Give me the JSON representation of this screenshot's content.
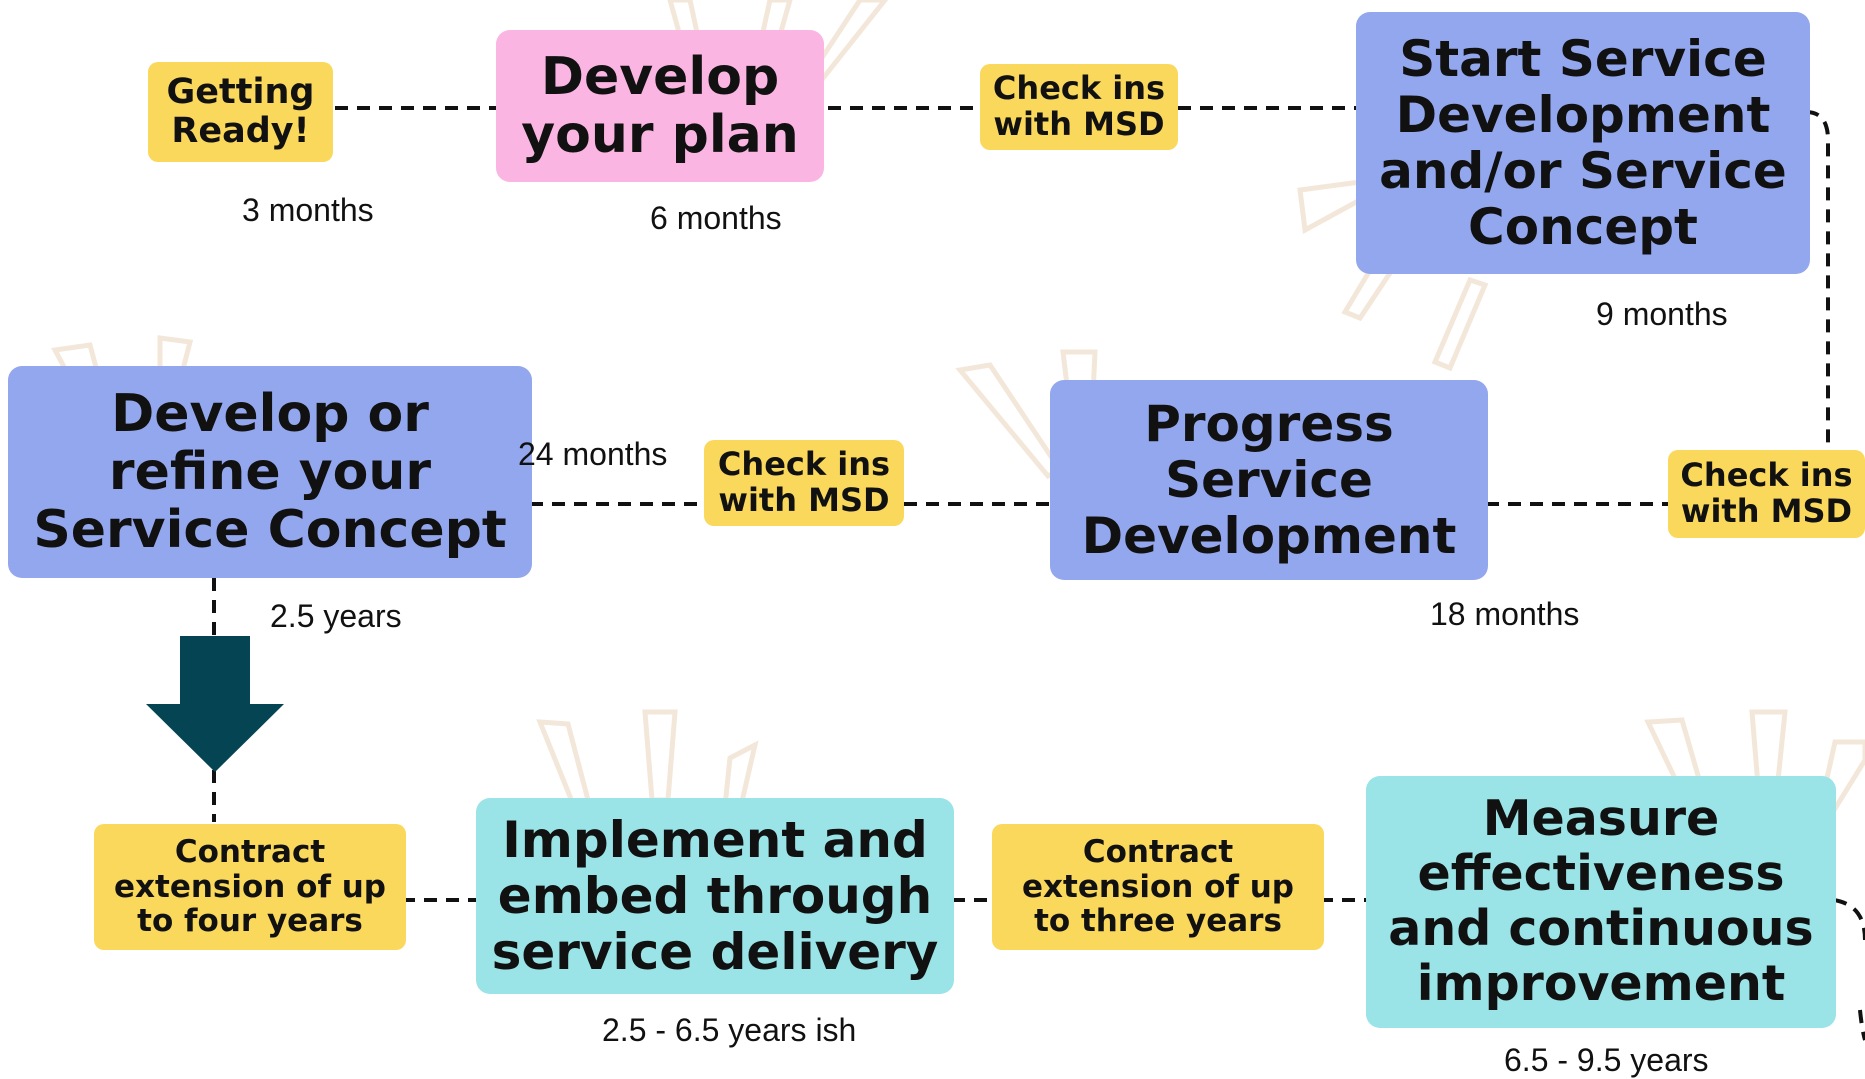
{
  "stages": {
    "getting_ready": "Getting Ready!",
    "develop_plan": "Develop your plan",
    "start_service_dev": "Start Service Development and/or Service Concept",
    "develop_refine": "Develop or refine your Service Concept",
    "progress_service": "Progress Service Development",
    "implement_embed": "Implement and embed through service delivery",
    "measure": "Measure effectiveness and continuous improvement"
  },
  "checkpoints": {
    "checkin_1": "Check ins with MSD",
    "checkin_2": "Check ins with MSD",
    "checkin_3": "Check ins with MSD",
    "contract_four": "Contract extension of up to four years",
    "contract_three": "Contract extension of up to three years"
  },
  "durations": {
    "getting_ready": "3 months",
    "develop_plan": "6 months",
    "start_service_dev": "9 months",
    "develop_refine": "24 months",
    "progress_service": "18 months",
    "contract_four": "2.5 years",
    "implement_embed": "2.5 - 6.5 years ish",
    "measure": "6.5 - 9.5 years"
  },
  "colors": {
    "yellow": "#FAD85C",
    "pink": "#FBB5E2",
    "blue": "#93A7EE",
    "cyan": "#9AE3E6",
    "arrow": "#054553",
    "connector": "#111111",
    "decoration": "#F3E7DA"
  },
  "icons": {
    "down_arrow": "down-arrow-icon",
    "decor": "sunburst-decoration"
  }
}
